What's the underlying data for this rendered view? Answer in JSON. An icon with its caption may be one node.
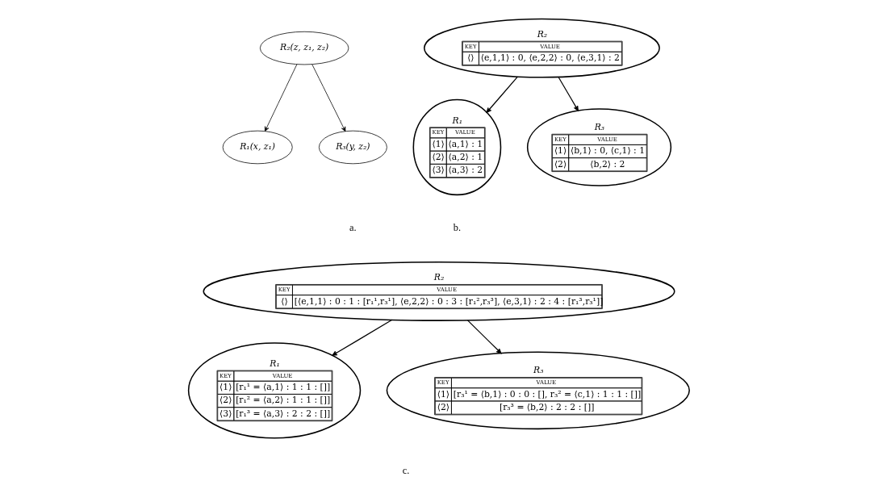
{
  "diagram": {
    "nodes": [
      {
        "text": [
          "R₂(z, z₁, z₂)"
        ]
      },
      {
        "text": [
          "R₁(x, z₁)"
        ]
      },
      {
        "text": [
          "R₃(y, z₂)"
        ]
      },
      {
        "text": [
          "R₂",
          "KEY",
          "VALUE",
          "⟨⟩",
          "⟨e,1,1⟩ : 0, ⟨e,2,2⟩ : 0, ⟨e,3,1⟩ : 2"
        ]
      },
      {
        "text": [
          "R₁",
          "KEY",
          "VALUE",
          "⟨1⟩",
          "⟨a,1⟩ : 1",
          "⟨2⟩",
          "⟨a,2⟩ : 1",
          "⟨3⟩",
          "⟨a,3⟩ : 2"
        ]
      },
      {
        "text": [
          "R₃",
          "KEY",
          "VALUE",
          "⟨1⟩",
          "⟨b,1⟩ : 0, ⟨c,1⟩ : 1",
          "⟨2⟩",
          "⟨b,2⟩ : 2"
        ]
      },
      {
        "text": [
          "R₂",
          "KEY",
          "VALUE",
          "⟨⟩",
          "[⟨e,1,1⟩ : 0 : 1 : [r₁¹,r₃¹], ⟨e,2,2⟩ : 0 : 3 : [r₁²,r₃³], ⟨e,3,1⟩ : 2 : 4 : [r₁³,r₃¹]]"
        ]
      },
      {
        "text": [
          "R₁",
          "KEY",
          "VALUE",
          "⟨1⟩",
          "[r₁¹ = ⟨a,1⟩ : 1 : 1 : []]",
          "⟨2⟩",
          "[r₁² = ⟨a,2⟩ : 1 : 1 : []]",
          "⟨3⟩",
          "[r₁³ = ⟨a,3⟩ : 2 : 2 : []]"
        ]
      },
      {
        "text": [
          "R₃",
          "KEY",
          "VALUE",
          "⟨1⟩",
          "[r₃¹ = ⟨b,1⟩ : 0 : 0 : [], r₃² = ⟨c,1⟩ : 1 : 1 : []]",
          "⟨2⟩",
          "[r₃³ = ⟨b,2⟩ : 2 : 2 : []]"
        ]
      }
    ],
    "edges": [
      {
        "from": 0,
        "to": 1,
        "arrow": "to"
      },
      {
        "from": 0,
        "to": 2,
        "arrow": "to"
      },
      {
        "from": 3,
        "to": 4,
        "arrow": "to"
      },
      {
        "from": 3,
        "to": 5,
        "arrow": "to"
      },
      {
        "from": 6,
        "to": 7,
        "arrow": "to"
      },
      {
        "from": 6,
        "to": 8,
        "arrow": "to"
      }
    ],
    "labels": [
      "a.",
      "b.",
      "c."
    ]
  }
}
